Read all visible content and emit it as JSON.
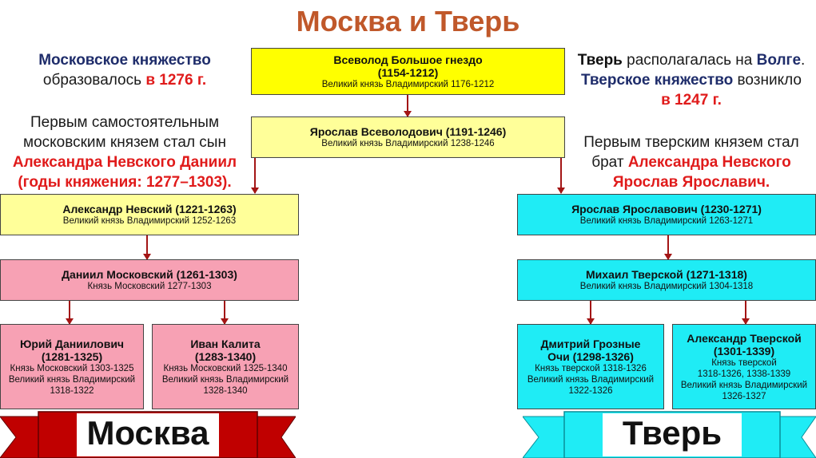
{
  "title": "Москва и Тверь",
  "left_info": {
    "line1": "Московское княжество",
    "line2_pre": "образовалось ",
    "line2_red": "в 1276 г.",
    "p2_line1": "Первым самостоятельным",
    "p2_line2": "московским князем стал сын",
    "p2_line3": "Александра Невского Даниил",
    "p2_line4": "(годы княжения: 1277–1303)."
  },
  "right_info": {
    "l1_bold": "Тверь",
    "l1_mid": " располагалась на ",
    "l1_bold2": "Волге",
    "l1_end": ".",
    "l2_bold": "Тверское княжество",
    "l2_end": " возникло",
    "l3_red": "в 1247 г.",
    "p2_line1": "Первым тверским князем стал",
    "p2_line2_pre": "брат ",
    "p2_line2_red": "Александра Невского",
    "p2_line3_red": "Ярослав Ярославич."
  },
  "boxes": {
    "vsevolod": {
      "name1": "Всеволод Большое гнездо",
      "name2": "(1154-1212)",
      "desc": "Великий князь Владимирский 1176-1212"
    },
    "yaroslav_v": {
      "name": "Ярослав Всеволодович (1191-1246)",
      "desc": "Великий князь Владимирский 1238-1246"
    },
    "alexander": {
      "name": "Александр Невский (1221-1263)",
      "desc": "Великий князь Владимирский 1252-1263"
    },
    "daniil": {
      "name": "Даниил Московский (1261-1303)",
      "desc": "Князь Московский 1277-1303"
    },
    "yuri": {
      "name1": "Юрий Даниилович",
      "name2": "(1281-1325)",
      "desc1": "Князь Московский 1303-1325",
      "desc2": "Великий князь Владимирский",
      "desc3": "1318-1322"
    },
    "ivan": {
      "name1": "Иван Калита",
      "name2": "(1283-1340)",
      "desc1": "Князь Московский 1325-1340",
      "desc2": "Великий князь Владимирский",
      "desc3": "1328-1340"
    },
    "yaroslav_ya": {
      "name": "Ярослав Ярославович (1230-1271)",
      "desc": "Великий князь Владимирский 1263-1271"
    },
    "mikhail": {
      "name": "Михаил Тверской (1271-1318)",
      "desc": "Великий князь Владимирский 1304-1318"
    },
    "dmitry": {
      "name1": "Дмитрий Грозные",
      "name2": "Очи (1298-1326)",
      "desc1": "Князь тверской 1318-1326",
      "desc2": "Великий князь Владимирский",
      "desc3": "1322-1326"
    },
    "alexander_t": {
      "name1": "Александр Тверской",
      "name2": "(1301-1339)",
      "desc1": "Князь тверской",
      "desc2": "1318-1326, 1338-1339",
      "desc3": "Великий князь Владимирский",
      "desc4": "1326-1327"
    }
  },
  "banners": {
    "moscow": {
      "label": "Москва",
      "color": "#c00000"
    },
    "tver": {
      "label": "Тверь",
      "color": "#1fecf5"
    }
  }
}
